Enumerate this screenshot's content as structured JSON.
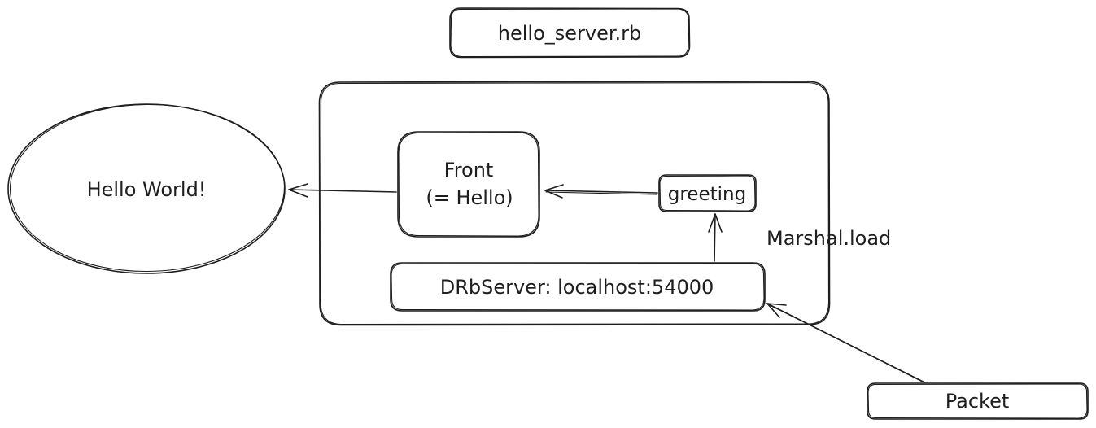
{
  "diagram": {
    "file_label": "hello_server.rb",
    "output_label": "Hello World!",
    "front_line1": "Front",
    "front_line2": "(= Hello)",
    "greeting_label": "greeting",
    "server_label": "DRbServer: localhost:54000",
    "marshal_label": "Marshal.load",
    "packet_label": "Packet"
  }
}
